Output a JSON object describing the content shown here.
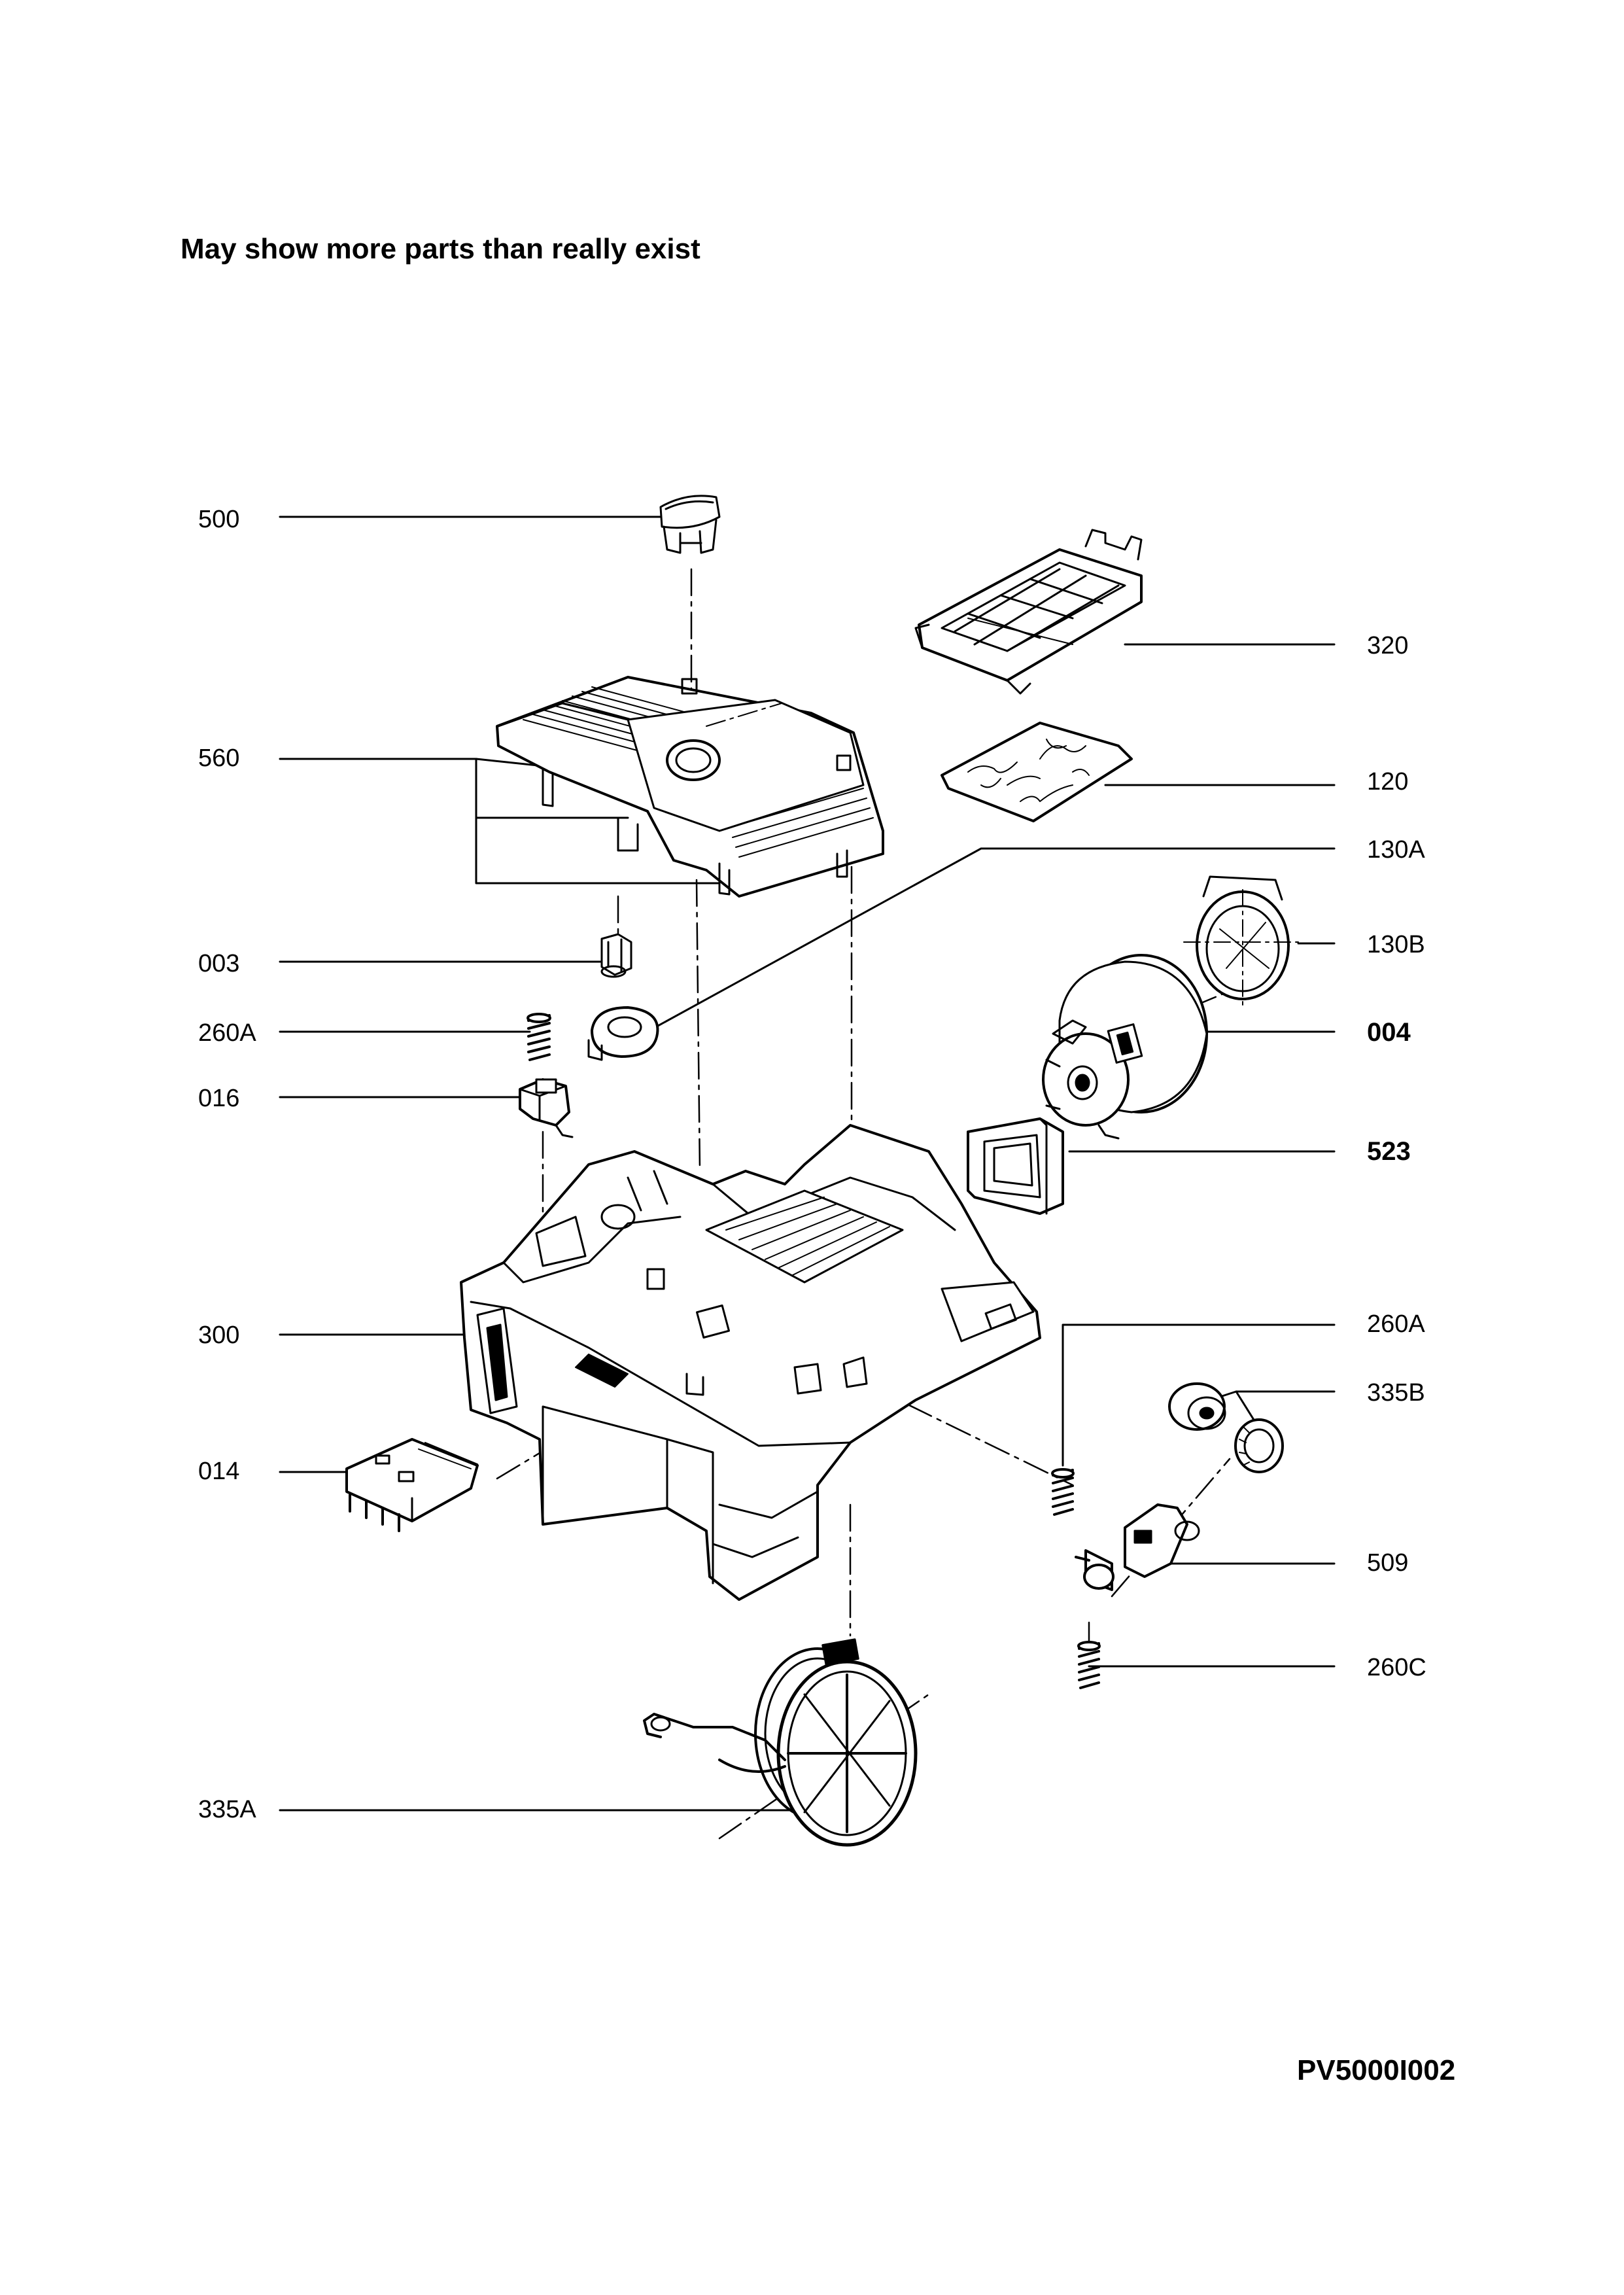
{
  "title": "May show more parts than really exist",
  "drawing_code": "PV5000I002",
  "labels": {
    "p500": "500",
    "p560": "560",
    "p003": "003",
    "p260a_left": "260A",
    "p016": "016",
    "p300": "300",
    "p014": "014",
    "p335a": "335A",
    "p320": "320",
    "p120": "120",
    "p130a": "130A",
    "p130b": "130B",
    "p004": "004",
    "p523": "523",
    "p260a_right": "260A",
    "p335b": "335B",
    "p509": "509",
    "p260c": "260C"
  }
}
